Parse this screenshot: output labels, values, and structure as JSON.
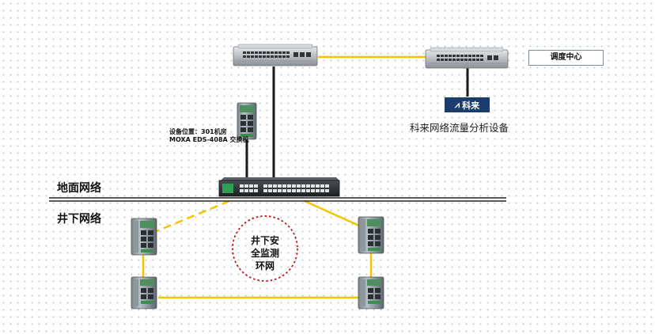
{
  "zones": {
    "ground": "地面网络",
    "underground": "井下网络"
  },
  "dispatch_center": "调度中心",
  "analyzer": {
    "brand": "科来",
    "brand_icon": "colasoft-logo-icon",
    "label": "科来网络流量分析设备"
  },
  "device_location": {
    "line1": "设备位置：301机房",
    "line2": "MOXA EDS-408A 交换机"
  },
  "ring": {
    "line1": "井下安",
    "line2": "全监测",
    "line3": "环网"
  },
  "colors": {
    "link": "#f5c400",
    "ring_border": "#c0141c",
    "brand_bg": "#1b3d6e",
    "divider": "#222222"
  }
}
